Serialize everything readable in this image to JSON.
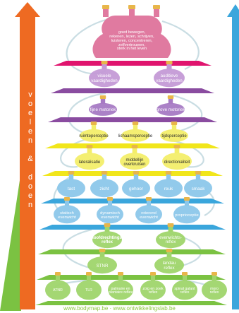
{
  "side_label": "voelen & doen",
  "top_flask": [
    "goed bewegen,",
    "rekenen, lezen, schrijven,",
    "luisteren, concentreren,",
    "zelfvertrouwen,",
    "sterk in het leven"
  ],
  "levels": [
    {
      "id": "l1",
      "flasks": [
        [
          "visuele",
          "vaardigheden"
        ],
        [
          "auditieve",
          "vaardigheden"
        ]
      ]
    },
    {
      "id": "l2",
      "flasks": [
        [
          "fijne motoriek"
        ],
        [
          "grove motoriek"
        ]
      ]
    },
    {
      "id": "l3",
      "flasks": [
        [
          "ruimteperceptie"
        ],
        [
          "lichaamsperceptie"
        ],
        [
          "tijdsperceptie"
        ]
      ]
    },
    {
      "id": "l4",
      "flasks": [
        [
          "lateralisatie"
        ],
        [
          "middellijn",
          "overkruisen"
        ],
        [
          "directionaliteit"
        ]
      ]
    },
    {
      "id": "l5",
      "flasks": [
        [
          "tast"
        ],
        [
          "zicht"
        ],
        [
          "gehoor"
        ],
        [
          "reuk"
        ],
        [
          "smaak"
        ]
      ]
    },
    {
      "id": "l6",
      "flasks": [
        [
          "statisch",
          "evenwicht"
        ],
        [
          "dynamisch",
          "evenwicht"
        ],
        [
          "roterend",
          "evenwicht"
        ],
        [
          "proprioceptie"
        ]
      ]
    },
    {
      "id": "l7",
      "flasks": [
        [
          "hoofdrechtings-",
          "reflex"
        ],
        [
          "evenwichts-",
          "reflex"
        ]
      ]
    },
    {
      "id": "l8",
      "flasks": [
        [
          "STNR"
        ],
        [
          "landau",
          "reflex"
        ]
      ]
    },
    {
      "id": "l9",
      "flasks": [
        [
          "ATNR"
        ],
        [
          "TLR"
        ],
        [
          "palmaire en",
          "plantaire reflex"
        ],
        [
          "zoig en zoek",
          "reflex"
        ],
        [
          "spinal galant",
          "reflex"
        ],
        [
          "moro",
          "reflex"
        ]
      ]
    }
  ],
  "footer": "www.bodymap.be · www.ontwikkelingslab.be",
  "colors": {
    "orange": "#ee6a22",
    "blue": "#3aa6dc",
    "green": "#7bc242",
    "plate_magenta": "#e0146e",
    "plate_purple": "#8a4ca0",
    "plate_yellow": "#f1e61b",
    "plate_blue": "#3aa6dc",
    "plate_green": "#7bc242"
  }
}
